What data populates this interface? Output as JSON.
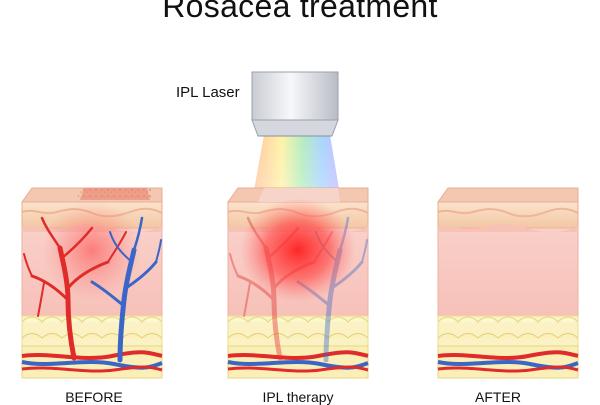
{
  "figure": {
    "title": "Rosacea treatment",
    "laser_label": "IPL Laser",
    "stages": [
      {
        "label": "BEFORE"
      },
      {
        "label": "IPL therapy"
      },
      {
        "label": "AFTER"
      }
    ]
  },
  "colors": {
    "epidermis": "#f6d2b4",
    "dermis": "#f8c6c0",
    "fat": "#fbf0b4",
    "artery": "#e02b2b",
    "vein": "#3b66c8",
    "inflammation": "#ff2e2e",
    "laser_head": "#e6e8ee"
  }
}
